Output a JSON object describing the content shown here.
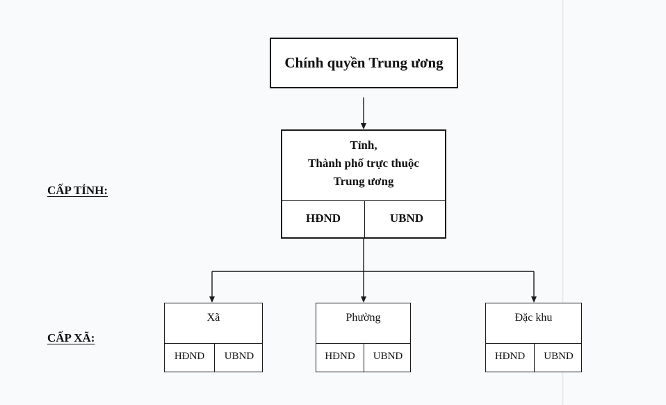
{
  "diagram": {
    "central": {
      "label": "Chính quyền Trung ương"
    },
    "province": {
      "title_lines": [
        "Tỉnh,",
        "Thành phố trực thuộc",
        "Trung ương"
      ],
      "cells": [
        "HĐND",
        "UBND"
      ]
    },
    "levels": {
      "province_label": "CẤP TỈNH:",
      "commune_label": "CẤP XÃ:"
    },
    "communes": [
      {
        "title": "Xã",
        "cells": [
          "HĐND",
          "UBND"
        ]
      },
      {
        "title": "Phường",
        "cells": [
          "HĐND",
          "UBND"
        ]
      },
      {
        "title": "Đặc khu",
        "cells": [
          "HĐND",
          "UBND"
        ]
      }
    ]
  },
  "colors": {
    "line": "#1a1a1a",
    "box_fill": "#ffffff",
    "page_bg": "#f8fafc"
  }
}
